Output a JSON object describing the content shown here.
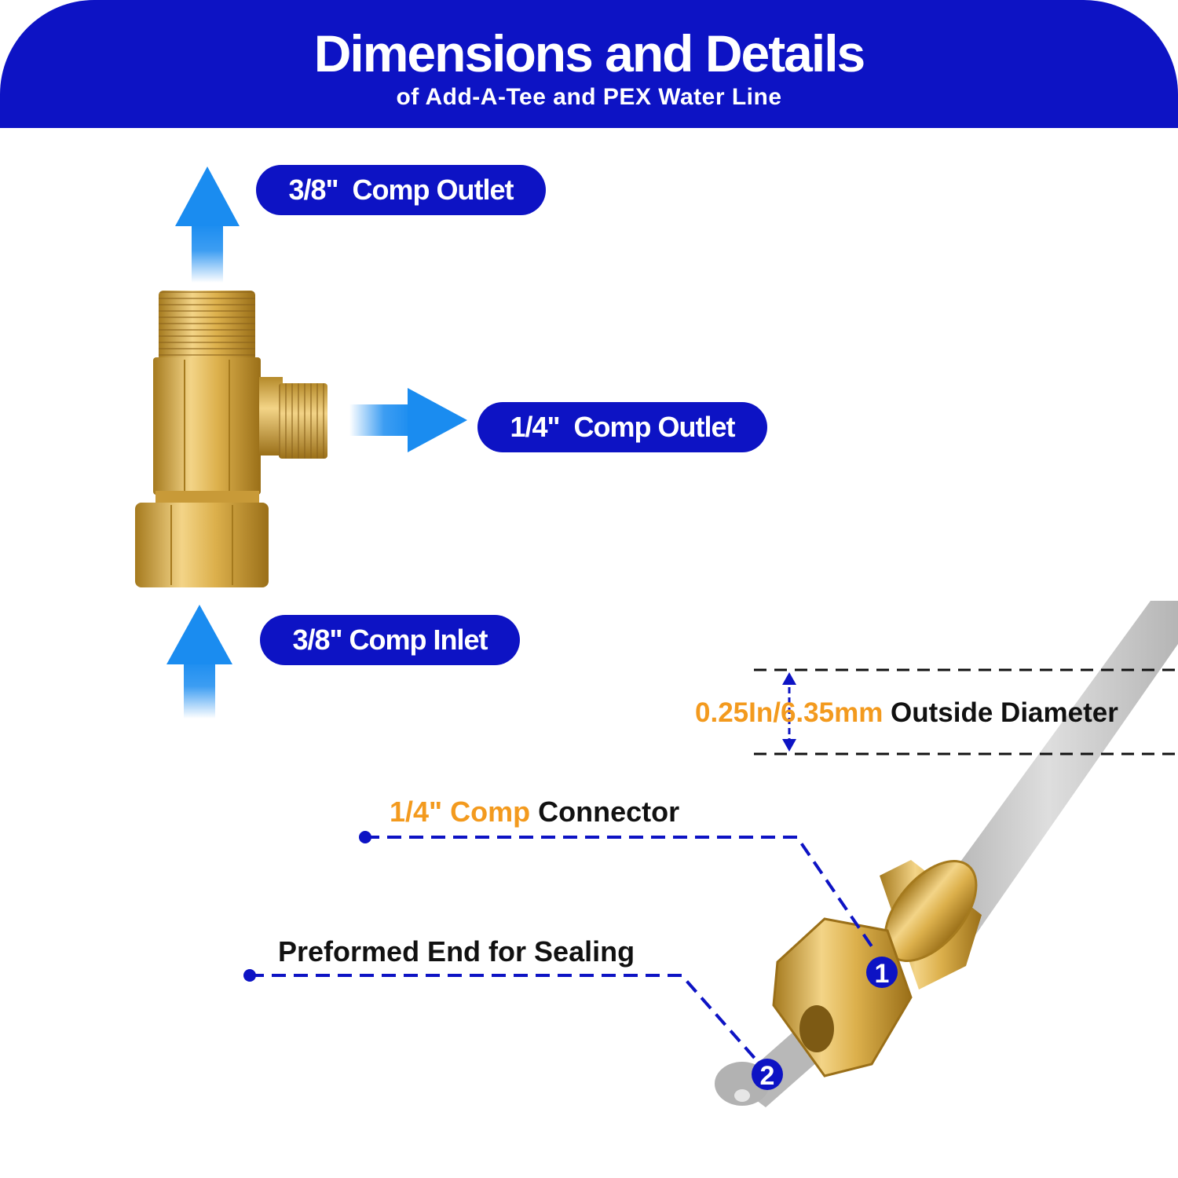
{
  "header": {
    "title": "Dimensions and Details",
    "subtitle": "of Add-A-Tee  and PEX Water Line"
  },
  "labels": {
    "top_outlet": "3/8\"  Comp Outlet",
    "side_outlet": "1/4\"  Comp Outlet",
    "inlet": "3/8\" Comp Inlet"
  },
  "diameter_note": {
    "value": "0.25In/6.35mm",
    "text": " Outside Diameter"
  },
  "connector_note": {
    "value": "1/4\" Comp",
    "text": " Connector"
  },
  "sealing_note": {
    "text": "Preformed End for Sealing"
  },
  "callouts": {
    "one": "1",
    "two": "2"
  },
  "colors": {
    "brand_blue": "#0d13c4",
    "accent_orange": "#f39a1e",
    "arrow_blue": "#1a8cf0",
    "brass": "#d8b24a",
    "tube_gray": "#c9c9c9"
  }
}
